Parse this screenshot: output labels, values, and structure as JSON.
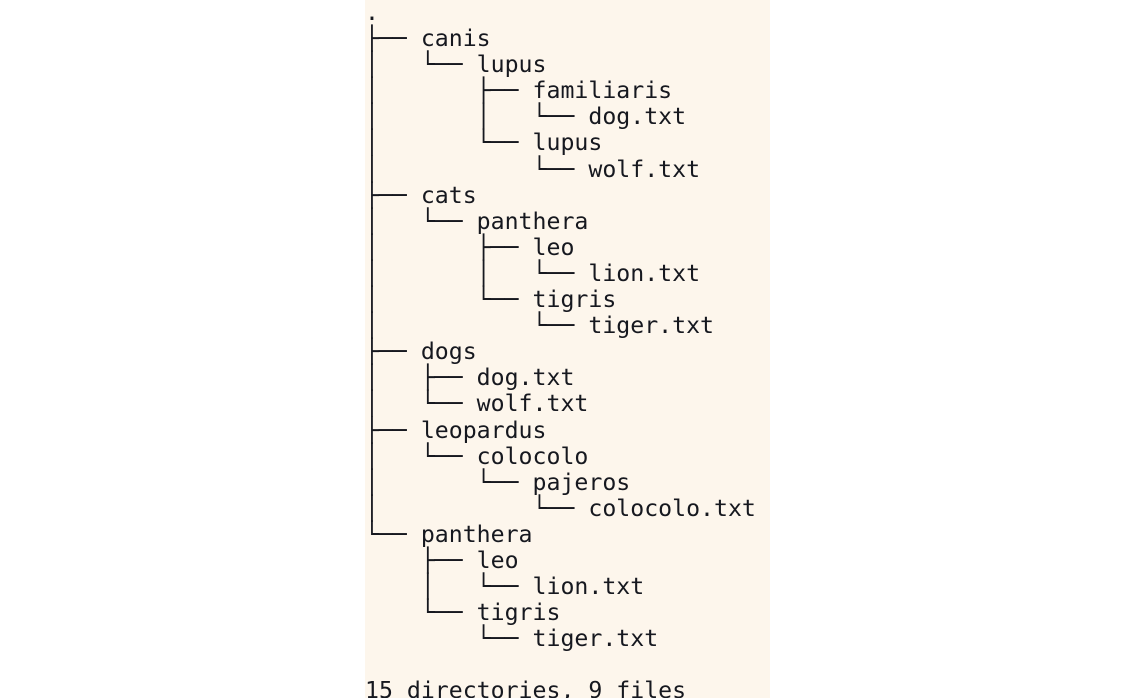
{
  "app": {
    "type": "terminal-tree-output",
    "command_output_kind": "tree"
  },
  "theme": {
    "panel_background": "#fdf6ec",
    "page_background": "#ffffff",
    "text_color": "#16181f"
  },
  "tree": {
    "root_label": ".",
    "lines": [
      ".",
      "├── canis",
      "│   └── lupus",
      "│       ├── familiaris",
      "│       │   └── dog.txt",
      "│       └── lupus",
      "│           └── wolf.txt",
      "├── cats",
      "│   └── panthera",
      "│       ├── leo",
      "│       │   └── lion.txt",
      "│       └── tigris",
      "│           └── tiger.txt",
      "├── dogs",
      "│   ├── dog.txt",
      "│   └── wolf.txt",
      "├── leopardus",
      "│   └── colocolo",
      "│       └── pajeros",
      "│           └── colocolo.txt",
      "└── panthera",
      "    ├── leo",
      "    │   └── lion.txt",
      "    └── tigris",
      "        └── tiger.txt"
    ],
    "entries": [
      {
        "name": ".",
        "depth": 0,
        "type": "directory"
      },
      {
        "name": "canis",
        "depth": 1,
        "type": "directory"
      },
      {
        "name": "lupus",
        "depth": 2,
        "type": "directory"
      },
      {
        "name": "familiaris",
        "depth": 3,
        "type": "directory"
      },
      {
        "name": "dog.txt",
        "depth": 4,
        "type": "file"
      },
      {
        "name": "lupus",
        "depth": 3,
        "type": "directory"
      },
      {
        "name": "wolf.txt",
        "depth": 4,
        "type": "file"
      },
      {
        "name": "cats",
        "depth": 1,
        "type": "directory"
      },
      {
        "name": "panthera",
        "depth": 2,
        "type": "directory"
      },
      {
        "name": "leo",
        "depth": 3,
        "type": "directory"
      },
      {
        "name": "lion.txt",
        "depth": 4,
        "type": "file"
      },
      {
        "name": "tigris",
        "depth": 3,
        "type": "directory"
      },
      {
        "name": "tiger.txt",
        "depth": 4,
        "type": "file"
      },
      {
        "name": "dogs",
        "depth": 1,
        "type": "directory"
      },
      {
        "name": "dog.txt",
        "depth": 2,
        "type": "file"
      },
      {
        "name": "wolf.txt",
        "depth": 2,
        "type": "file"
      },
      {
        "name": "leopardus",
        "depth": 1,
        "type": "directory"
      },
      {
        "name": "colocolo",
        "depth": 2,
        "type": "directory"
      },
      {
        "name": "pajeros",
        "depth": 3,
        "type": "directory"
      },
      {
        "name": "colocolo.txt",
        "depth": 4,
        "type": "file"
      },
      {
        "name": "panthera",
        "depth": 1,
        "type": "directory"
      },
      {
        "name": "leo",
        "depth": 2,
        "type": "directory"
      },
      {
        "name": "lion.txt",
        "depth": 3,
        "type": "file"
      },
      {
        "name": "tigris",
        "depth": 2,
        "type": "directory"
      },
      {
        "name": "tiger.txt",
        "depth": 3,
        "type": "file"
      }
    ]
  },
  "summary": {
    "text": "15 directories, 9 files",
    "directories_count": 15,
    "files_count": 9
  }
}
